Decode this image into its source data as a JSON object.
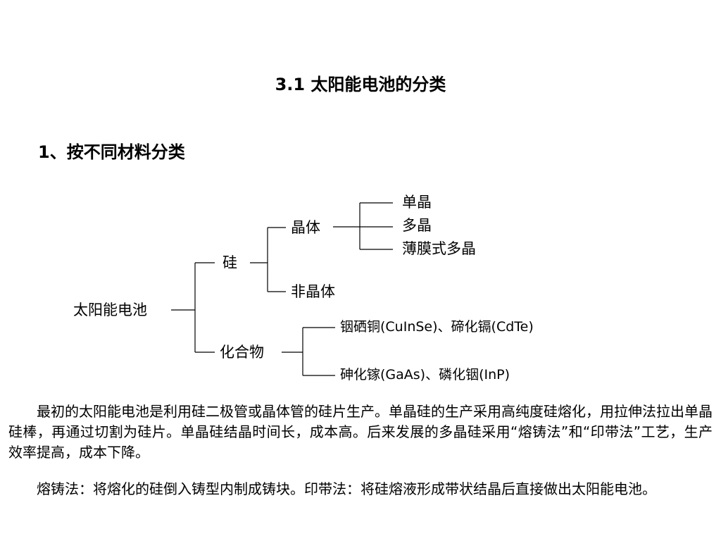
{
  "slide": {
    "title": "3.1  太阳能电池的分类",
    "subtitle": "1、按不同材料分类"
  },
  "tree": {
    "root": "太阳能电池",
    "silicon": "硅",
    "crystal": "晶体",
    "mono": "单晶",
    "poly": "多晶",
    "thinfilm": "薄膜式多晶",
    "amorphous": "非晶体",
    "compound": "化合物",
    "compound_a": "铟硒铜(CuInSe)、碲化镉(CdTe)",
    "compound_b": "砷化镓(GaAs)、磷化铟(InP)"
  },
  "paragraphs": [
    "最初的太阳能电池是利用硅二极管或晶体管的硅片生产。单晶硅的生产采用高纯度硅熔化，用拉伸法拉出单晶硅棒，再通过切割为硅片。单晶硅结晶时间长，成本高。后来发展的多晶硅采用“熔铸法”和“印带法”工艺，生产效率提高，成本下降。",
    "熔铸法：将熔化的硅倒入铸型内制成铸块。印带法：将硅熔液形成带状结晶后直接做出太阳能电池。"
  ]
}
